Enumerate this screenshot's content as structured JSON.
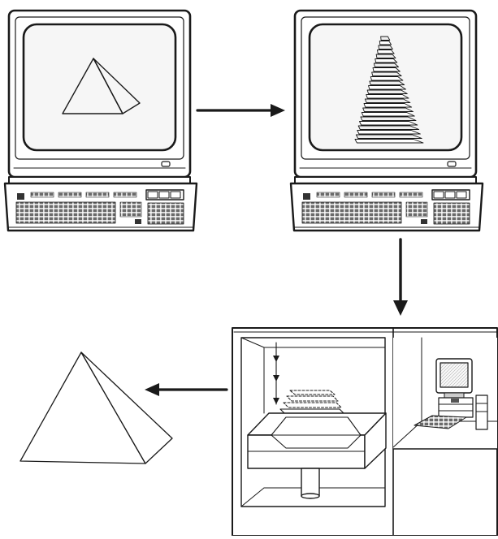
{
  "diagram": {
    "stages": [
      {
        "id": "cad-model",
        "icon": "computer-terminal-icon",
        "depicts": "pyramid-wireframe"
      },
      {
        "id": "sliced-model",
        "icon": "computer-terminal-icon",
        "depicts": "sliced-layers"
      },
      {
        "id": "fabrication",
        "icon": "build-machine-icon",
        "depicts": "layer-by-layer-build"
      },
      {
        "id": "finished-part",
        "icon": "pyramid-icon",
        "depicts": "solid-pyramid"
      }
    ],
    "flow": [
      "right",
      "down",
      "left"
    ],
    "colors": {
      "line": "#1a1a1a",
      "screen": "#f6f6f6",
      "fill": "#ffffff"
    }
  }
}
